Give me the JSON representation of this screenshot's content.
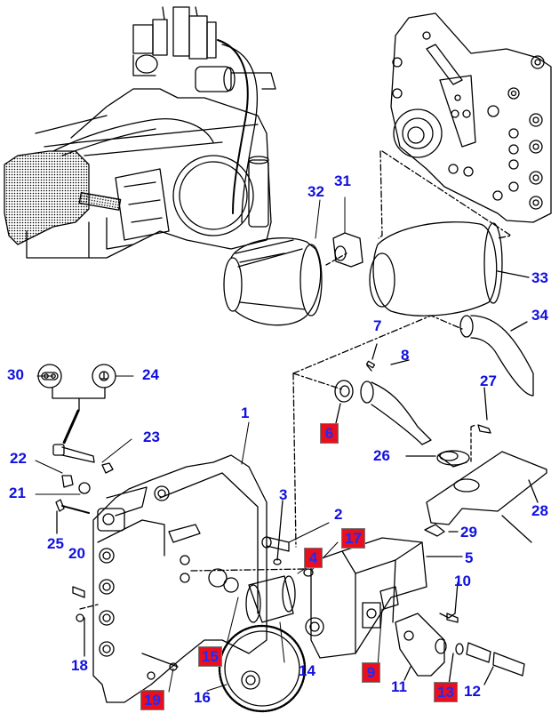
{
  "diagram": {
    "title": "",
    "type": "exploded parts diagram",
    "colors": {
      "callout_text": "#1010e0",
      "highlight_box": "#e8101c",
      "line_art": "#000000",
      "background": "#ffffff"
    },
    "callouts": [
      {
        "id": "1",
        "label": "1",
        "highlighted": false
      },
      {
        "id": "2",
        "label": "2",
        "highlighted": false
      },
      {
        "id": "3",
        "label": "3",
        "highlighted": false
      },
      {
        "id": "4",
        "label": "4",
        "highlighted": true
      },
      {
        "id": "5",
        "label": "5",
        "highlighted": false
      },
      {
        "id": "6",
        "label": "6",
        "highlighted": true
      },
      {
        "id": "7",
        "label": "7",
        "highlighted": false
      },
      {
        "id": "8",
        "label": "8",
        "highlighted": false
      },
      {
        "id": "9",
        "label": "9",
        "highlighted": true
      },
      {
        "id": "10",
        "label": "10",
        "highlighted": false
      },
      {
        "id": "11",
        "label": "11",
        "highlighted": false
      },
      {
        "id": "12",
        "label": "12",
        "highlighted": false
      },
      {
        "id": "13",
        "label": "13",
        "highlighted": true
      },
      {
        "id": "14",
        "label": "14",
        "highlighted": false
      },
      {
        "id": "15",
        "label": "15",
        "highlighted": true
      },
      {
        "id": "16",
        "label": "16",
        "highlighted": false
      },
      {
        "id": "17",
        "label": "17",
        "highlighted": true
      },
      {
        "id": "18",
        "label": "18",
        "highlighted": false
      },
      {
        "id": "19",
        "label": "19",
        "highlighted": true
      },
      {
        "id": "20",
        "label": "20",
        "highlighted": false
      },
      {
        "id": "21",
        "label": "21",
        "highlighted": false
      },
      {
        "id": "22",
        "label": "22",
        "highlighted": false
      },
      {
        "id": "23",
        "label": "23",
        "highlighted": false
      },
      {
        "id": "24",
        "label": "24",
        "highlighted": false
      },
      {
        "id": "25",
        "label": "25",
        "highlighted": false
      },
      {
        "id": "26",
        "label": "26",
        "highlighted": false
      },
      {
        "id": "27",
        "label": "27",
        "highlighted": false
      },
      {
        "id": "28",
        "label": "28",
        "highlighted": false
      },
      {
        "id": "29",
        "label": "29",
        "highlighted": false
      },
      {
        "id": "30",
        "label": "30",
        "highlighted": false
      },
      {
        "id": "31",
        "label": "31",
        "highlighted": false
      },
      {
        "id": "32",
        "label": "32",
        "highlighted": false
      },
      {
        "id": "33",
        "label": "33",
        "highlighted": false
      },
      {
        "id": "34",
        "label": "34",
        "highlighted": false
      }
    ],
    "connector_symbols": [
      {
        "callout": "30",
        "symbol": "two-pin-connector"
      },
      {
        "callout": "24",
        "symbol": "ground-terminal"
      }
    ]
  }
}
